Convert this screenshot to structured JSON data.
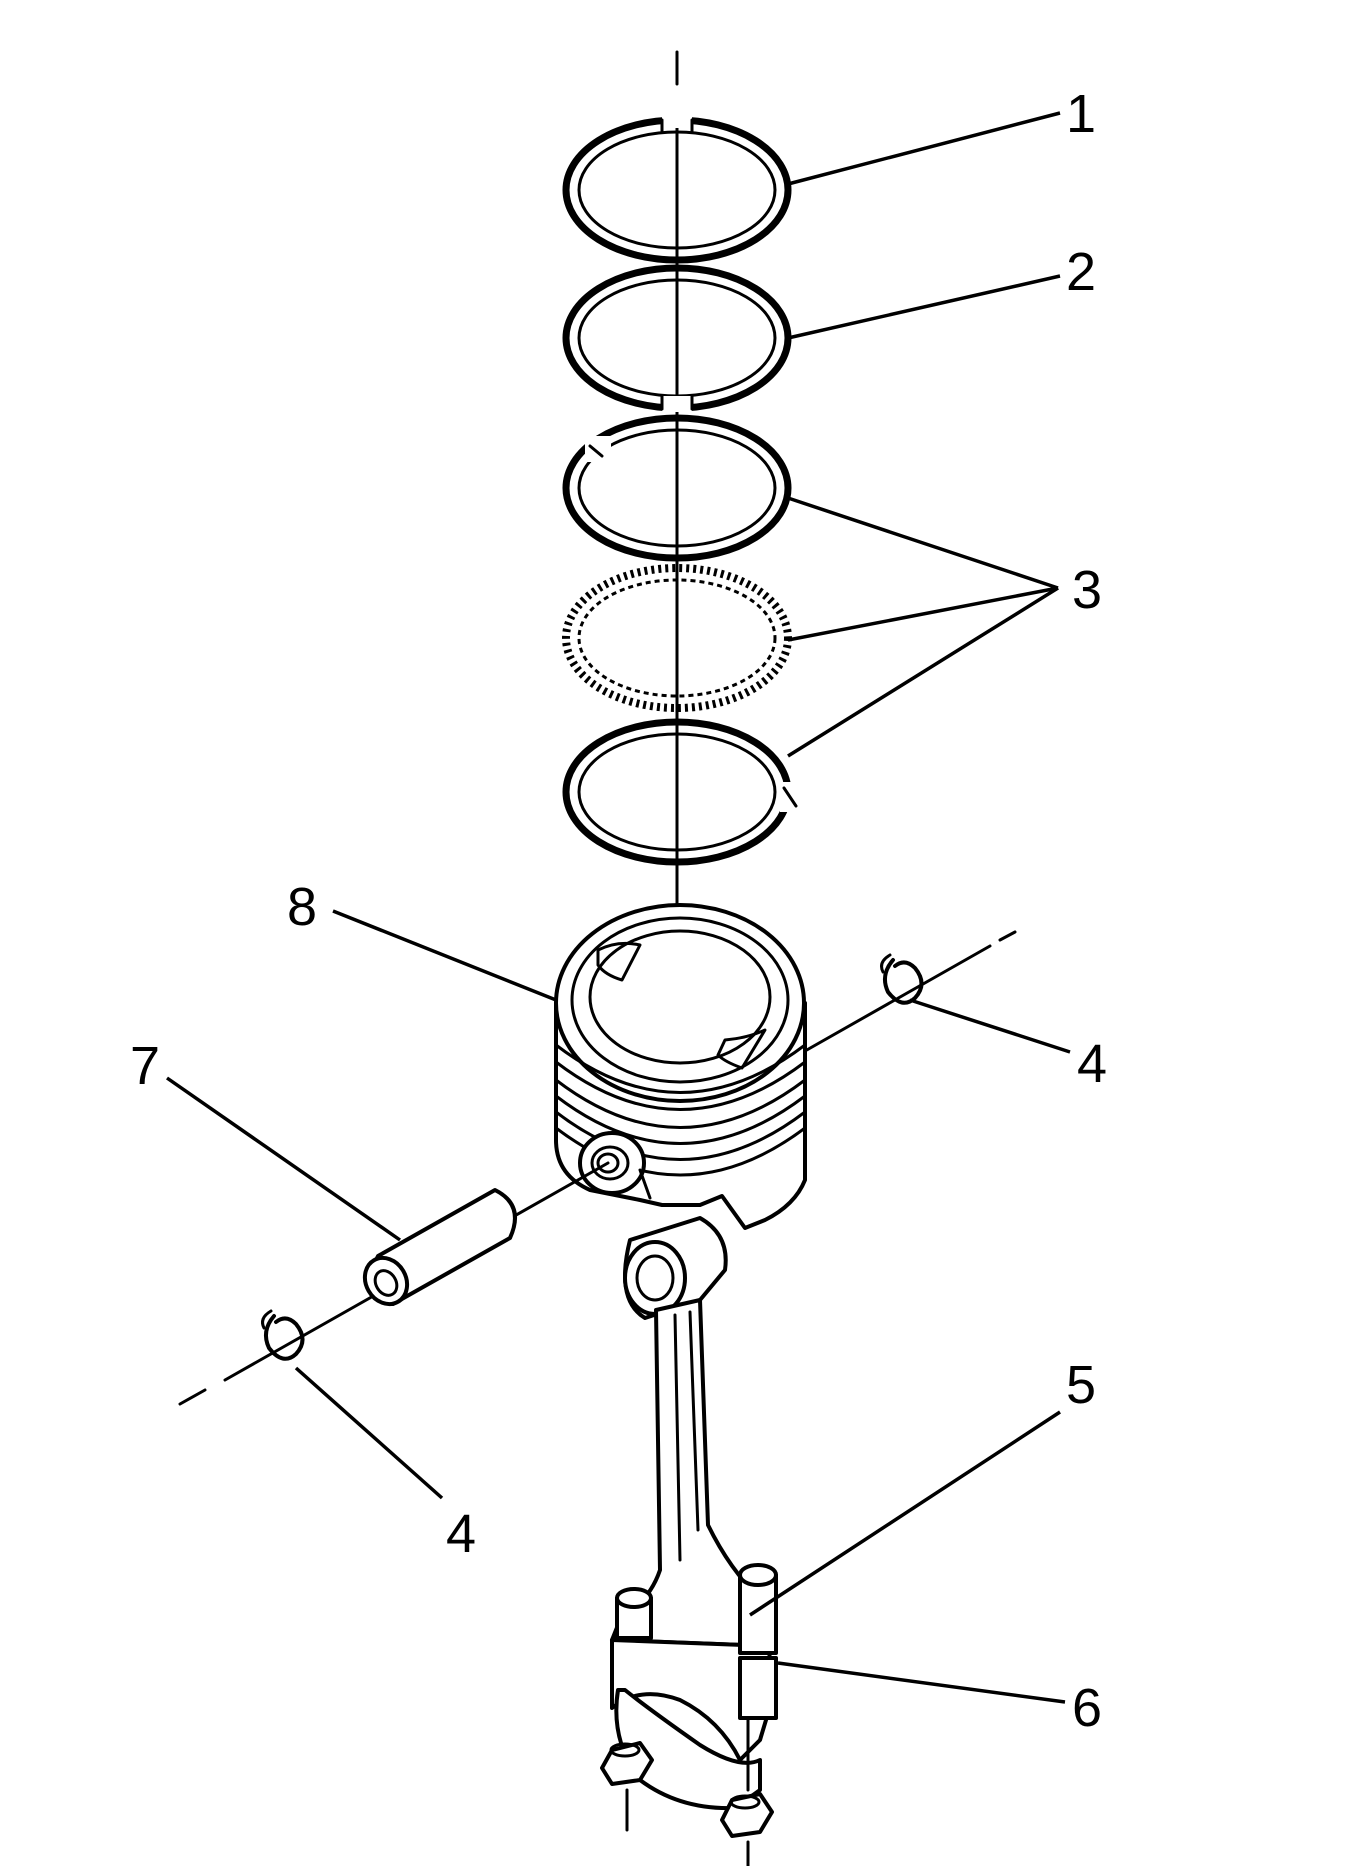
{
  "callouts": {
    "c1": "1",
    "c2": "2",
    "c3": "3",
    "c4_right": "4",
    "c4_left": "4",
    "c5": "5",
    "c6": "6",
    "c7": "7",
    "c8": "8"
  }
}
